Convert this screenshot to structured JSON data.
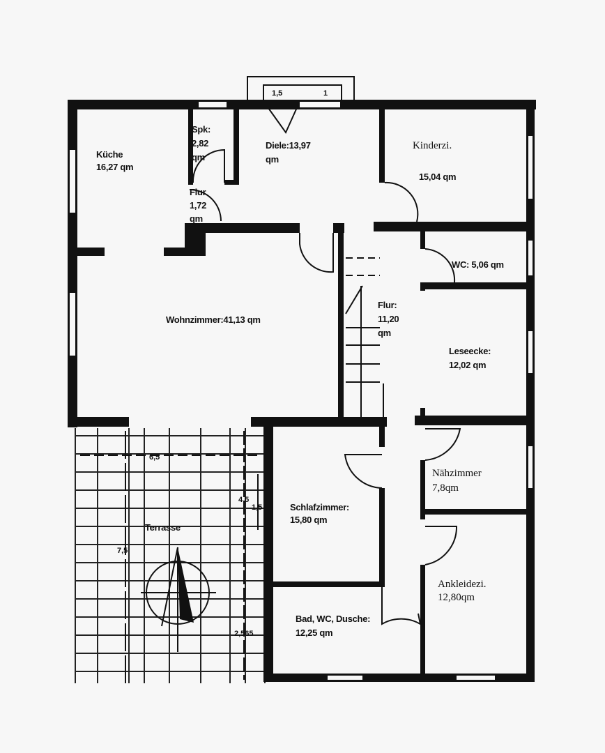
{
  "plan": {
    "rooms": [
      {
        "name": "Küche",
        "area": "16,27 qm"
      },
      {
        "name": "Spk:",
        "area": "2,82",
        "unit": "qm"
      },
      {
        "name": "Flur",
        "area": "1,72",
        "unit": "qm"
      },
      {
        "name": "Diele:13,97",
        "area": "qm"
      },
      {
        "name": "Kinderzi.",
        "area": "15,04 qm"
      },
      {
        "name": "WC: 5,06 qm"
      },
      {
        "name": "Wohnzimmer:41,13 qm"
      },
      {
        "name": "Flur:",
        "area": "11,20",
        "unit": "qm"
      },
      {
        "name": "Leseecke:",
        "area": "12,02 qm"
      },
      {
        "name": "Nähzimmer",
        "area": "7,8qm"
      },
      {
        "name": "Schlafzimmer:",
        "area": "15,80 qm"
      },
      {
        "name": "Terrasse"
      },
      {
        "name": "Ankleidezi.",
        "area": "12,80qm"
      },
      {
        "name": "Bad, WC, Dusche:",
        "area": "12,25 qm"
      }
    ],
    "dimensions": [
      "1,5",
      "1",
      "6,5",
      "4,5",
      "1,5",
      "7,5",
      "2,565"
    ]
  }
}
